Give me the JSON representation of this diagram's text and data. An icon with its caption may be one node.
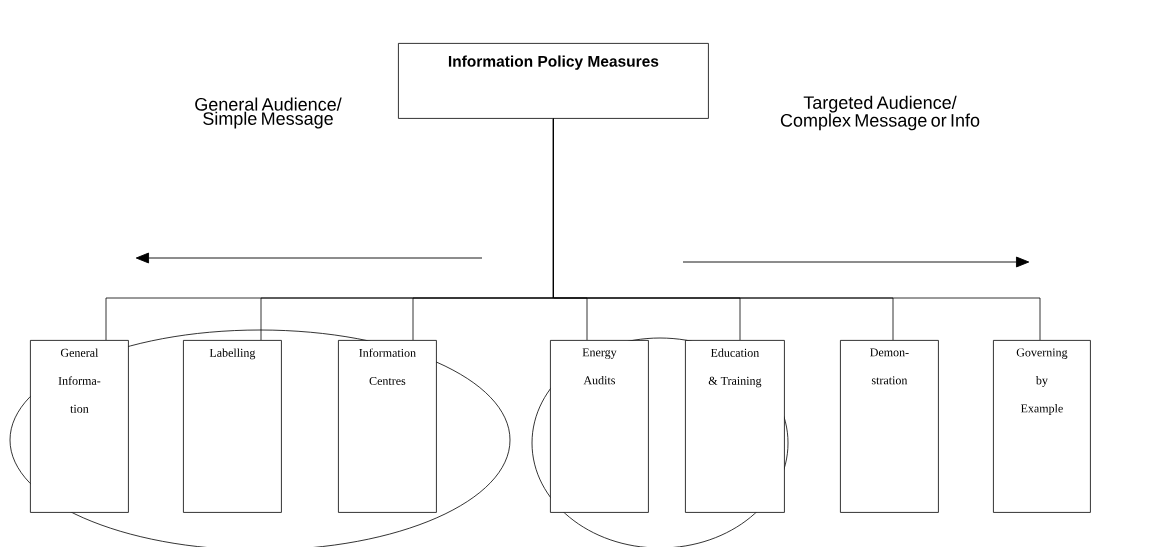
{
  "diagram": {
    "nodes": [
      {
        "text": [
          "Information Policy Measures"
        ]
      },
      {
        "text": [
          "General Informa- tion"
        ]
      },
      {
        "text": [
          "Labelling"
        ]
      },
      {
        "text": [
          "Information Centres"
        ]
      },
      {
        "text": [
          "Energy Audits"
        ]
      },
      {
        "text": [
          "Education & Training"
        ]
      },
      {
        "text": [
          "Demon- stration"
        ]
      },
      {
        "text": [
          "Governing by Example"
        ]
      }
    ],
    "edges": [
      {
        "from": 0,
        "to": 1,
        "arrow": "none"
      },
      {
        "from": 0,
        "to": 2,
        "arrow": "none"
      },
      {
        "from": 0,
        "to": 3,
        "arrow": "none"
      },
      {
        "from": 0,
        "to": 4,
        "arrow": "none"
      },
      {
        "from": 0,
        "to": 5,
        "arrow": "none"
      },
      {
        "from": 0,
        "to": 6,
        "arrow": "none"
      },
      {
        "from": 0,
        "to": 7,
        "arrow": "none"
      }
    ],
    "labels": [
      "General Audience/ Simple Message",
      "Targeted Audience/ Complex Message or Info"
    ]
  }
}
